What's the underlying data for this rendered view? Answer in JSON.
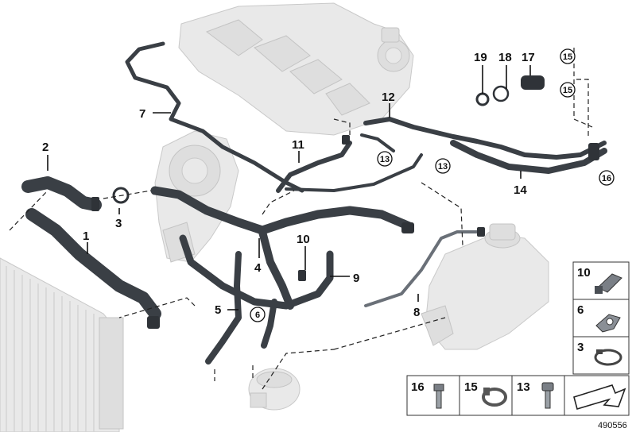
{
  "parts": {
    "p1": "1",
    "p2": "2",
    "p3": "3",
    "p4": "4",
    "p5": "5",
    "p6": "6",
    "p7": "7",
    "p8": "8",
    "p9": "9",
    "p10": "10",
    "p11": "11",
    "p12": "12",
    "p13a": "13",
    "p13b": "13",
    "p14": "14",
    "p15a": "15",
    "p15b": "15",
    "p16": "16",
    "p17": "17",
    "p18": "18",
    "p19": "19"
  },
  "legend": {
    "right": [
      "10",
      "6",
      "3"
    ],
    "bottom": [
      "16",
      "15",
      "13"
    ]
  },
  "reference_number": "490556",
  "colors": {
    "hose": "#3a3f45",
    "ghost_component": "#e9e9e9",
    "label": "#111111"
  }
}
